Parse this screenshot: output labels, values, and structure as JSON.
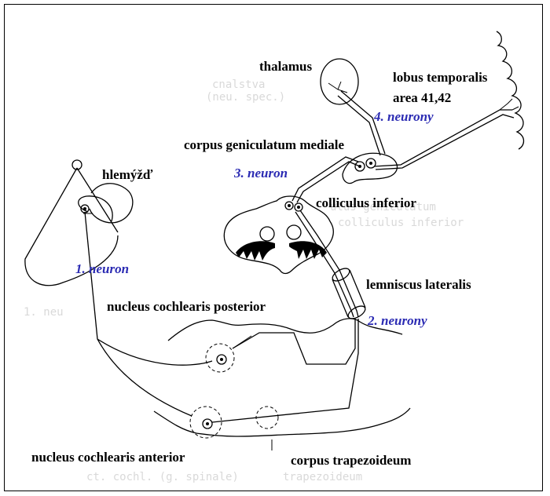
{
  "labels": {
    "thalamus": "thalamus",
    "lobus_temporalis": "lobus temporalis",
    "area": "area 41,42",
    "corpus_geniculatum": "corpus geniculatum mediale",
    "hlemyzd": "hlemýžď",
    "colliculus_inferior": "colliculus inferior",
    "lemniscus_lateralis": "lemniscus lateralis",
    "nucleus_posterior": "nucleus cochlearis posterior",
    "nucleus_anterior": "nucleus cochlearis anterior",
    "corpus_trapezoideum": "corpus trapezoideum"
  },
  "neurons": {
    "first": "1. neuron",
    "second": "2. neurony",
    "third": "3. neuron",
    "fourth": "4. neurony"
  },
  "colors": {
    "neuron_label": "#2b2bb3",
    "line": "#000000",
    "ghost_text": "#d9d9d9"
  }
}
